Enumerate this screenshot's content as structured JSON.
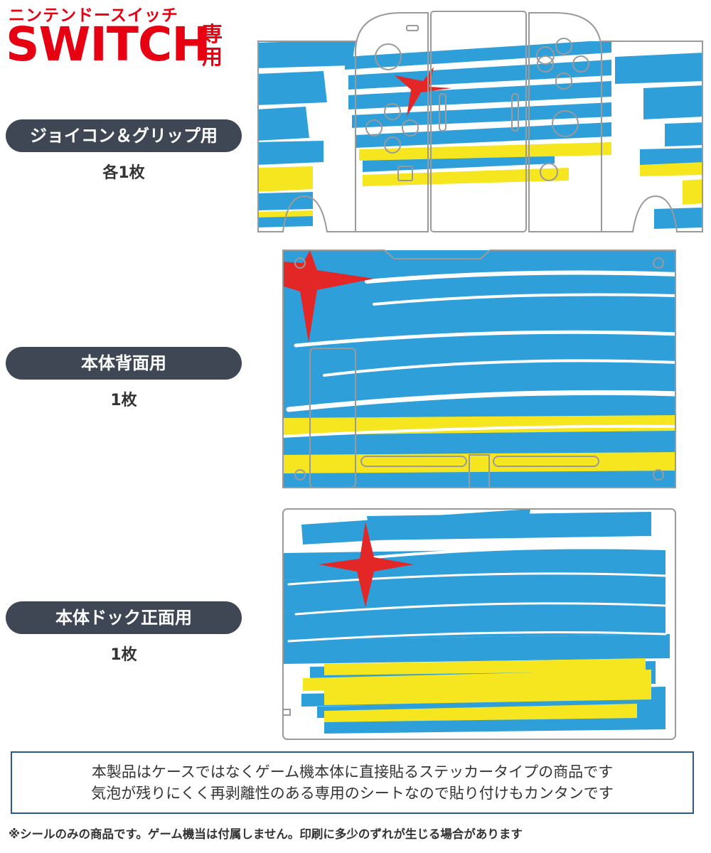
{
  "brand": {
    "subtitle": "ニンテンドースイッチ",
    "title": "SWITCH",
    "kanji": "専用"
  },
  "sections": [
    {
      "label": "ジョイコン＆グリップ用",
      "count": "各1枚"
    },
    {
      "label": "本体背面用",
      "count": "1枚"
    },
    {
      "label": "本体ドック正面用",
      "count": "1枚"
    }
  ],
  "notice": {
    "line1": "本製品はケースではなくゲーム機本体に直接貼るステッカータイプの商品です",
    "line2": "気泡が残りにくく再剥離性のある専用のシートなので貼り付けもカンタンです"
  },
  "footnote": "※シールのみの商品です。ゲーム機当は付属しません。印刷に多少のずれが生じる場合があります",
  "colors": {
    "blue": "#2f9fda",
    "yellow": "#f5e61f",
    "red": "#e32726",
    "outline": "#9a9a9a",
    "brand_red": "#e60012",
    "pill_bg": "#3f4755",
    "notice_border": "#2e5a87"
  },
  "design": "aruba-flag-brush"
}
